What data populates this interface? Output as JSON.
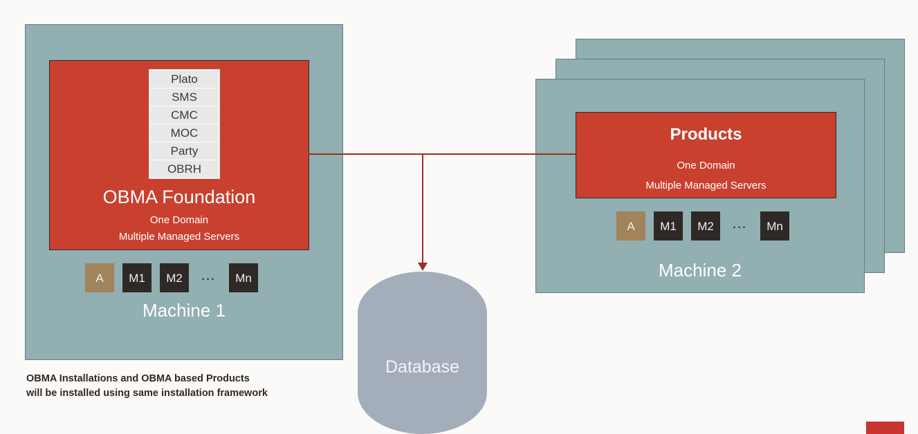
{
  "background_color": "#fbfaf8",
  "palette": {
    "panel_teal": "#92afb1",
    "panel_border": "#5f7d80",
    "accent_red": "#c9402f",
    "connector_red": "#9c2f22",
    "admin_server_tan": "#a1835c",
    "managed_server_dark": "#2e2926",
    "database_grey": "#a4adba",
    "stack_cell_grey": "#e8e8e8",
    "text_dark": "#2e2926",
    "text_light": "#ffffff"
  },
  "left_machine": {
    "label": "Machine 1",
    "foundation": {
      "title": "OBMA Foundation",
      "subtitle_line1": "One Domain",
      "subtitle_line2": "Multiple Managed Servers",
      "components": [
        "Plato",
        "SMS",
        "CMC",
        "MOC",
        "Party",
        "OBRH"
      ]
    },
    "servers": [
      {
        "label": "A",
        "type": "admin"
      },
      {
        "label": "M1",
        "type": "managed"
      },
      {
        "label": "M2",
        "type": "managed"
      },
      {
        "label": "…",
        "type": "ellipsis"
      },
      {
        "label": "Mn",
        "type": "managed"
      }
    ]
  },
  "right_machine": {
    "label": "Machine 2",
    "stack_count": 3,
    "products": {
      "title": "Products",
      "subtitle_line1": "One Domain",
      "subtitle_line2": "Multiple Managed Servers"
    },
    "servers": [
      {
        "label": "A",
        "type": "admin"
      },
      {
        "label": "M1",
        "type": "managed"
      },
      {
        "label": "M2",
        "type": "managed"
      },
      {
        "label": "…",
        "type": "ellipsis"
      },
      {
        "label": "Mn",
        "type": "managed"
      }
    ]
  },
  "database": {
    "label": "Database"
  },
  "footnote": {
    "line1": "OBMA Installations and OBMA based Products",
    "line2": "will be installed using same installation framework"
  }
}
